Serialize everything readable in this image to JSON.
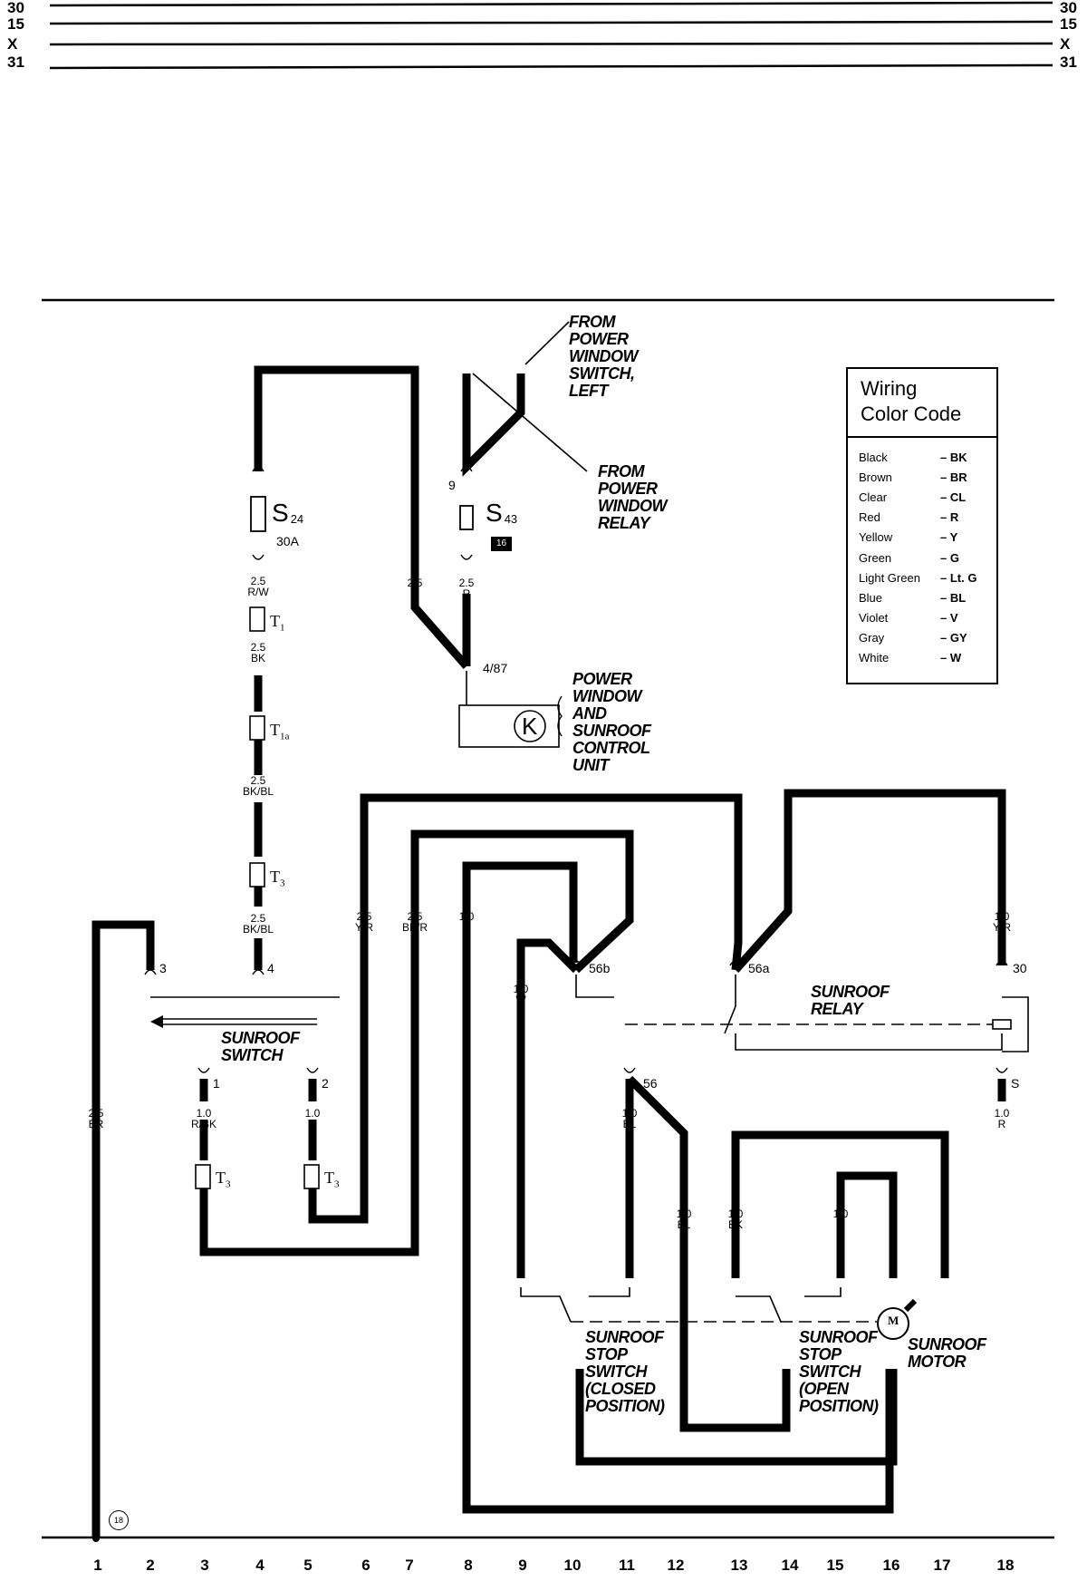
{
  "rails": [
    {
      "id": "r30",
      "label": "30"
    },
    {
      "id": "r15",
      "label": "15"
    },
    {
      "id": "rX",
      "label": "X"
    },
    {
      "id": "r31",
      "label": "31"
    }
  ],
  "legend": {
    "title_line1": "Wiring",
    "title_line2": "Color Code",
    "rows": [
      {
        "name": "Black",
        "code": "– BK"
      },
      {
        "name": "Brown",
        "code": "– BR"
      },
      {
        "name": "Clear",
        "code": "– CL"
      },
      {
        "name": "Red",
        "code": "– R"
      },
      {
        "name": "Yellow",
        "code": "– Y"
      },
      {
        "name": "Green",
        "code": "– G"
      },
      {
        "name": "Light Green",
        "code": "– Lt. G"
      },
      {
        "name": "Blue",
        "code": "– BL"
      },
      {
        "name": "Violet",
        "code": "– V"
      },
      {
        "name": "Gray",
        "code": "– GY"
      },
      {
        "name": "White",
        "code": "– W"
      }
    ]
  },
  "components": {
    "fuse_s24": {
      "name": "S",
      "sub": "24",
      "rating": "30A"
    },
    "fuse_s43": {
      "name": "S",
      "sub": "43",
      "badge": "16",
      "pin": "9"
    },
    "t1": {
      "name": "T",
      "sub": "1"
    },
    "t1a": {
      "name": "T",
      "sub": "1a"
    },
    "t3": {
      "name": "T",
      "sub": "3"
    },
    "control_unit": {
      "symbol": "K",
      "pin": "4/87",
      "caption": [
        "POWER",
        "WINDOW",
        "AND",
        "SUNROOF",
        "CONTROL",
        "UNIT"
      ]
    },
    "from_switch_caption": [
      "FROM",
      "POWER",
      "WINDOW",
      "SWITCH,",
      "LEFT"
    ],
    "from_relay_caption": [
      "FROM",
      "POWER",
      "WINDOW",
      "RELAY"
    ],
    "sunroof_switch": {
      "caption": [
        "SUNROOF",
        "SWITCH"
      ],
      "pins": [
        "3",
        "4",
        "1",
        "2"
      ]
    },
    "sunroof_relay": {
      "caption": [
        "SUNROOF",
        "RELAY"
      ],
      "pins": [
        "56b",
        "56a",
        "56",
        "30",
        "S"
      ]
    },
    "stop_switch_closed": {
      "caption": [
        "SUNROOF",
        "STOP",
        "SWITCH",
        "(CLOSED",
        "POSITION)"
      ]
    },
    "stop_switch_open": {
      "caption": [
        "SUNROOF",
        "STOP",
        "SWITCH",
        "(OPEN",
        "POSITION)"
      ]
    },
    "motor": {
      "symbol": "M",
      "caption": [
        "SUNROOF",
        "MOTOR"
      ]
    },
    "ground_ref": "18"
  },
  "wires": [
    {
      "id": "w_s24_rw",
      "size": "2.5",
      "color": "R/W"
    },
    {
      "id": "w_t1_bk",
      "size": "2.5",
      "color": "BK"
    },
    {
      "id": "w_t1a_bkbl",
      "size": "2.5",
      "color": "BK/BL"
    },
    {
      "id": "w_t3_bkbl",
      "size": "2.5",
      "color": "BK/BL"
    },
    {
      "id": "w_col8_r",
      "size": "2.5",
      "color": "R"
    },
    {
      "id": "w_col9_r",
      "size": "2.5",
      "color": "R"
    },
    {
      "id": "w_col6_yr",
      "size": "2.5",
      "color": "Y/R"
    },
    {
      "id": "w_col7_bkr",
      "size": "2.5",
      "color": "BK/R"
    },
    {
      "id": "w_col8_y",
      "size": "1.0",
      "color": "Y"
    },
    {
      "id": "w_col9_w",
      "size": "1.0",
      "color": "W"
    },
    {
      "id": "w_col18_yr",
      "size": "1.0",
      "color": "Y/R"
    },
    {
      "id": "w_col1_br",
      "size": "2.5",
      "color": "BR"
    },
    {
      "id": "w_sw1_rbk",
      "size": "1.0",
      "color": "R/BK"
    },
    {
      "id": "w_sw2_y",
      "size": "1.0",
      "color": "Y"
    },
    {
      "id": "w_col11_bl",
      "size": "1.0",
      "color": "BL"
    },
    {
      "id": "w_col12_bl",
      "size": "1.0",
      "color": "BL"
    },
    {
      "id": "w_col13_bk",
      "size": "1.0",
      "color": "BK"
    },
    {
      "id": "w_col15_g",
      "size": "1.0",
      "color": "G"
    },
    {
      "id": "w_col18_r",
      "size": "1.0",
      "color": "R"
    }
  ],
  "bottom_ticks": [
    "1",
    "2",
    "3",
    "4",
    "5",
    "6",
    "7",
    "8",
    "9",
    "10",
    "11",
    "12",
    "13",
    "14",
    "15",
    "16",
    "17",
    "18"
  ]
}
